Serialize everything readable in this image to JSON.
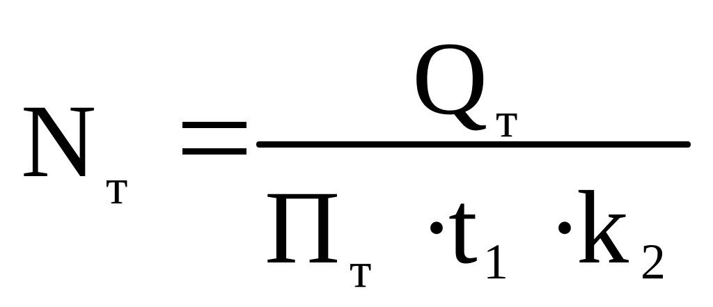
{
  "formula": {
    "lhs": {
      "symbol": "N",
      "subscript": "т"
    },
    "equals": "=",
    "numerator": {
      "symbol": "Q",
      "subscript": "т"
    },
    "denominator": {
      "term1": {
        "symbol": "П",
        "subscript": "т"
      },
      "term2": {
        "operator": "·",
        "symbol": "t",
        "subscript": "1"
      },
      "term3": {
        "operator": "·",
        "symbol": "k",
        "subscript": "2"
      }
    }
  }
}
